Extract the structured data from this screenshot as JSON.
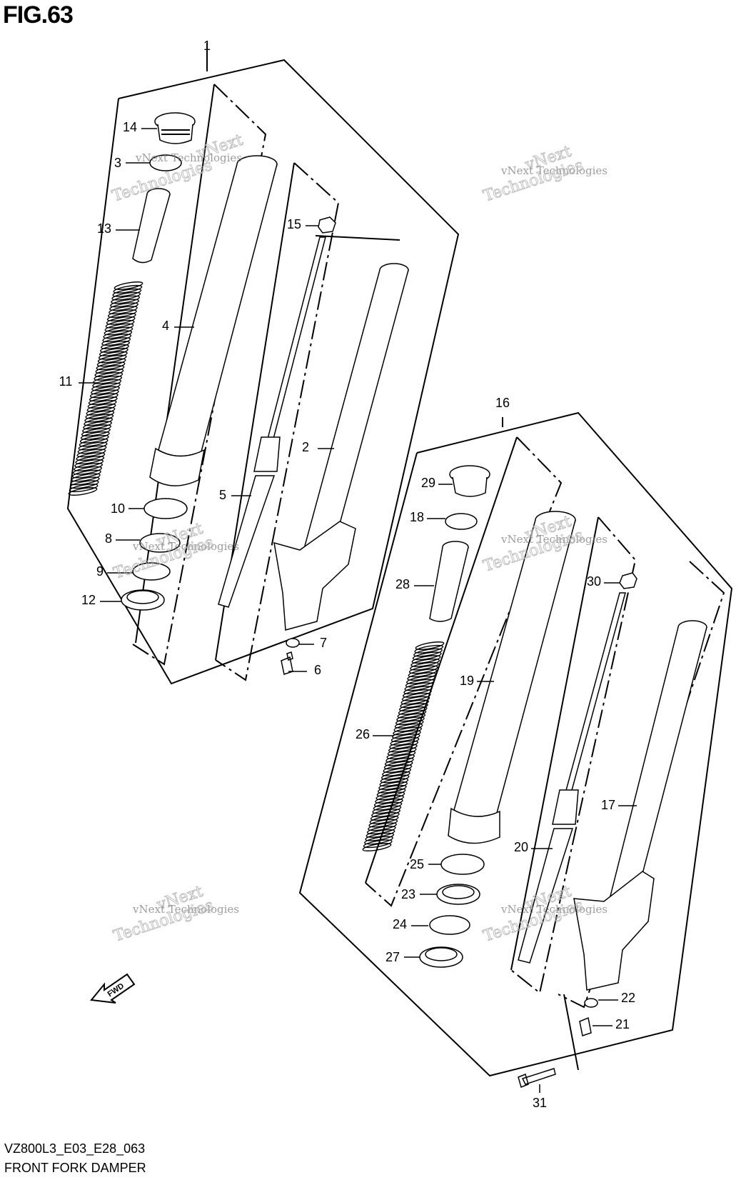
{
  "figure": {
    "title": "FIG.63"
  },
  "footer": {
    "model_code": "VZ800L3_E03_E28_063",
    "diagram_name": "FRONT FORK DAMPER"
  },
  "fwd_label": "FWD",
  "watermark": {
    "line1": "vNext",
    "line2": "vNext Technologies",
    "line3": "Technologies"
  },
  "callouts": [
    "1",
    "2",
    "3",
    "4",
    "5",
    "6",
    "7",
    "8",
    "9",
    "10",
    "11",
    "12",
    "13",
    "14",
    "15",
    "16",
    "17",
    "18",
    "19",
    "20",
    "21",
    "22",
    "23",
    "24",
    "25",
    "26",
    "27",
    "28",
    "29",
    "30",
    "31"
  ]
}
